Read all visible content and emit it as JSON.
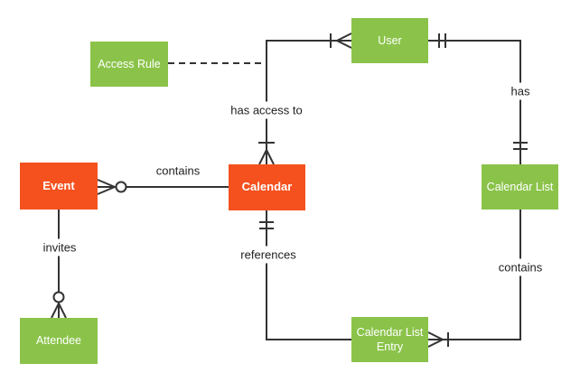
{
  "colors": {
    "entity_green": "#8BC34A",
    "entity_orange": "#F4511E",
    "line": "#333333",
    "label_text": "#212121"
  },
  "entities": {
    "event": {
      "label": "Event",
      "color": "#F4511E"
    },
    "calendar": {
      "label": "Calendar",
      "color": "#F4511E"
    },
    "access_rule": {
      "label": "Access Rule",
      "color": "#8BC34A"
    },
    "user": {
      "label": "User",
      "color": "#8BC34A"
    },
    "calendar_list": {
      "label": "Calendar List",
      "color": "#8BC34A"
    },
    "attendee": {
      "label": "Attendee",
      "color": "#8BC34A"
    },
    "calendar_list_entry": {
      "label": "Calendar List Entry",
      "color": "#8BC34A"
    }
  },
  "relationships": {
    "contains_event_calendar": {
      "label": "contains",
      "from": "Event",
      "to": "Calendar",
      "from_notation": "zero-or-many",
      "to_notation": "none",
      "line_style": "solid"
    },
    "has_access_to": {
      "label": "has access to",
      "from": "User",
      "to": "Calendar",
      "from_notation": "one-or-many",
      "to_notation": "one-or-many",
      "line_style": "solid"
    },
    "has": {
      "label": "has",
      "from": "User",
      "to": "Calendar List",
      "from_notation": "one-and-only-one",
      "to_notation": "one-and-only-one",
      "line_style": "solid"
    },
    "contains_list_entry": {
      "label": "contains",
      "from": "Calendar List",
      "to": "Calendar List Entry",
      "from_notation": "none",
      "to_notation": "one-or-many",
      "line_style": "solid"
    },
    "references": {
      "label": "references",
      "from": "Calendar",
      "to": "Calendar List Entry",
      "from_notation": "one-and-only-one",
      "to_notation": "none",
      "line_style": "solid"
    },
    "invites": {
      "label": "invites",
      "from": "Event",
      "to": "Attendee",
      "from_notation": "none",
      "to_notation": "zero-or-many",
      "line_style": "solid"
    },
    "access_rule_link": {
      "label": "",
      "from": "Access Rule",
      "to": "has access to relationship",
      "from_notation": "none",
      "to_notation": "none",
      "line_style": "dashed"
    }
  }
}
